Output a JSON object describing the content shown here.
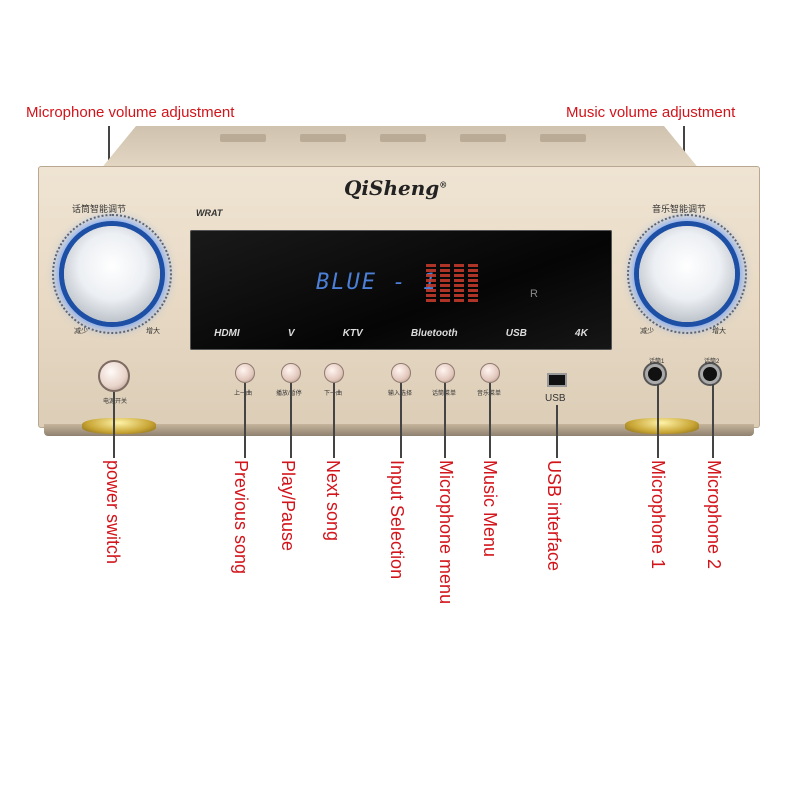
{
  "callouts": {
    "mic_volume": "Microphone volume adjustment",
    "music_volume": "Music volume adjustment",
    "power": "power switch",
    "previous": "Previous song",
    "play_pause": "Play/Pause",
    "next": "Next song",
    "input": "Input Selection",
    "mic_menu": "Microphone menu",
    "music_menu": "Music Menu",
    "usb": "USB interface",
    "mic1": "Microphone 1",
    "mic2": "Microphone 2"
  },
  "amplifier": {
    "brand": "QiSheng",
    "brand_mark": "®",
    "series": "WRAT",
    "left_knob_label": "话筒智能调节",
    "right_knob_label": "音乐智能调节",
    "knob_min": "减少",
    "knob_max": "增大",
    "power_label": "电源开关",
    "display_text": "BLUE - 1",
    "display_indicator": "R",
    "display_logos": [
      "HDMI",
      "V",
      "KTV",
      "Bluetooth",
      "USB",
      "4K"
    ],
    "buttons": [
      "上一曲",
      "播放/暂停",
      "下一曲",
      "输入选择",
      "话筒菜单",
      "音乐菜单"
    ],
    "usb_label": "USB",
    "jack_labels": [
      "话筒1",
      "话筒2"
    ]
  },
  "colors": {
    "callout": "#d2141b",
    "knob_glow": "#1d4fa5",
    "display_text": "#4b7fd8",
    "chassis": "#e9dbc6"
  }
}
